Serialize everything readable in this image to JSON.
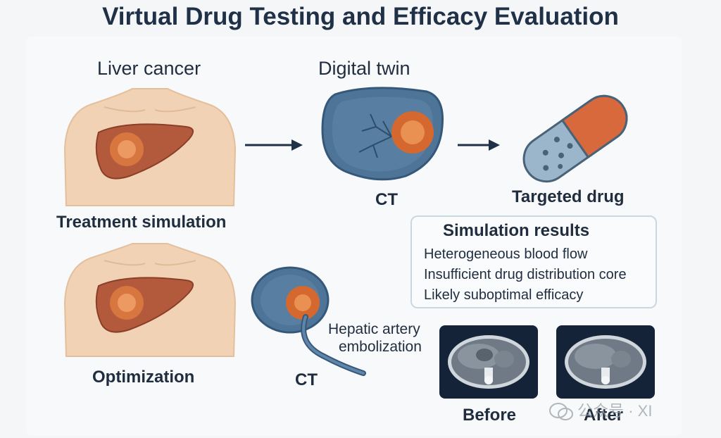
{
  "title": "Virtual Drug Testing and Efficacy Evaluation",
  "labels": {
    "liver_cancer": "Liver cancer",
    "digital_twin": "Digital twin",
    "ct_top": "CT",
    "targeted_drug": "Targeted drug",
    "treatment_simulation": "Treatment simulation",
    "optimization": "Optimization",
    "ct_bottom": "CT",
    "hepatic_line1": "Hepatic artery",
    "hepatic_line2": "embolization",
    "before": "Before",
    "after": "After"
  },
  "simulation_results": {
    "title": "Simulation results",
    "items": [
      "Heterogeneous blood flow",
      "Insufficient drug distribution core",
      "Likely suboptimal efficacy"
    ]
  },
  "watermark": "公众号 · XI",
  "colors": {
    "skin": "#f2d2b4",
    "liver": "#b35a3c",
    "tumor": "#e27a3f",
    "twin": "#4e7597",
    "capsule_orange": "#d7693d",
    "capsule_blue": "#9bb5cb",
    "arrow": "#1f3047",
    "ct_bg": "#142337"
  },
  "icons": [
    "torso-icon",
    "liver-icon",
    "tumor-icon",
    "digital-twin-icon",
    "arrow-right-icon",
    "capsule-icon",
    "catheter-icon",
    "ct-scan-icon",
    "wechat-icon"
  ]
}
